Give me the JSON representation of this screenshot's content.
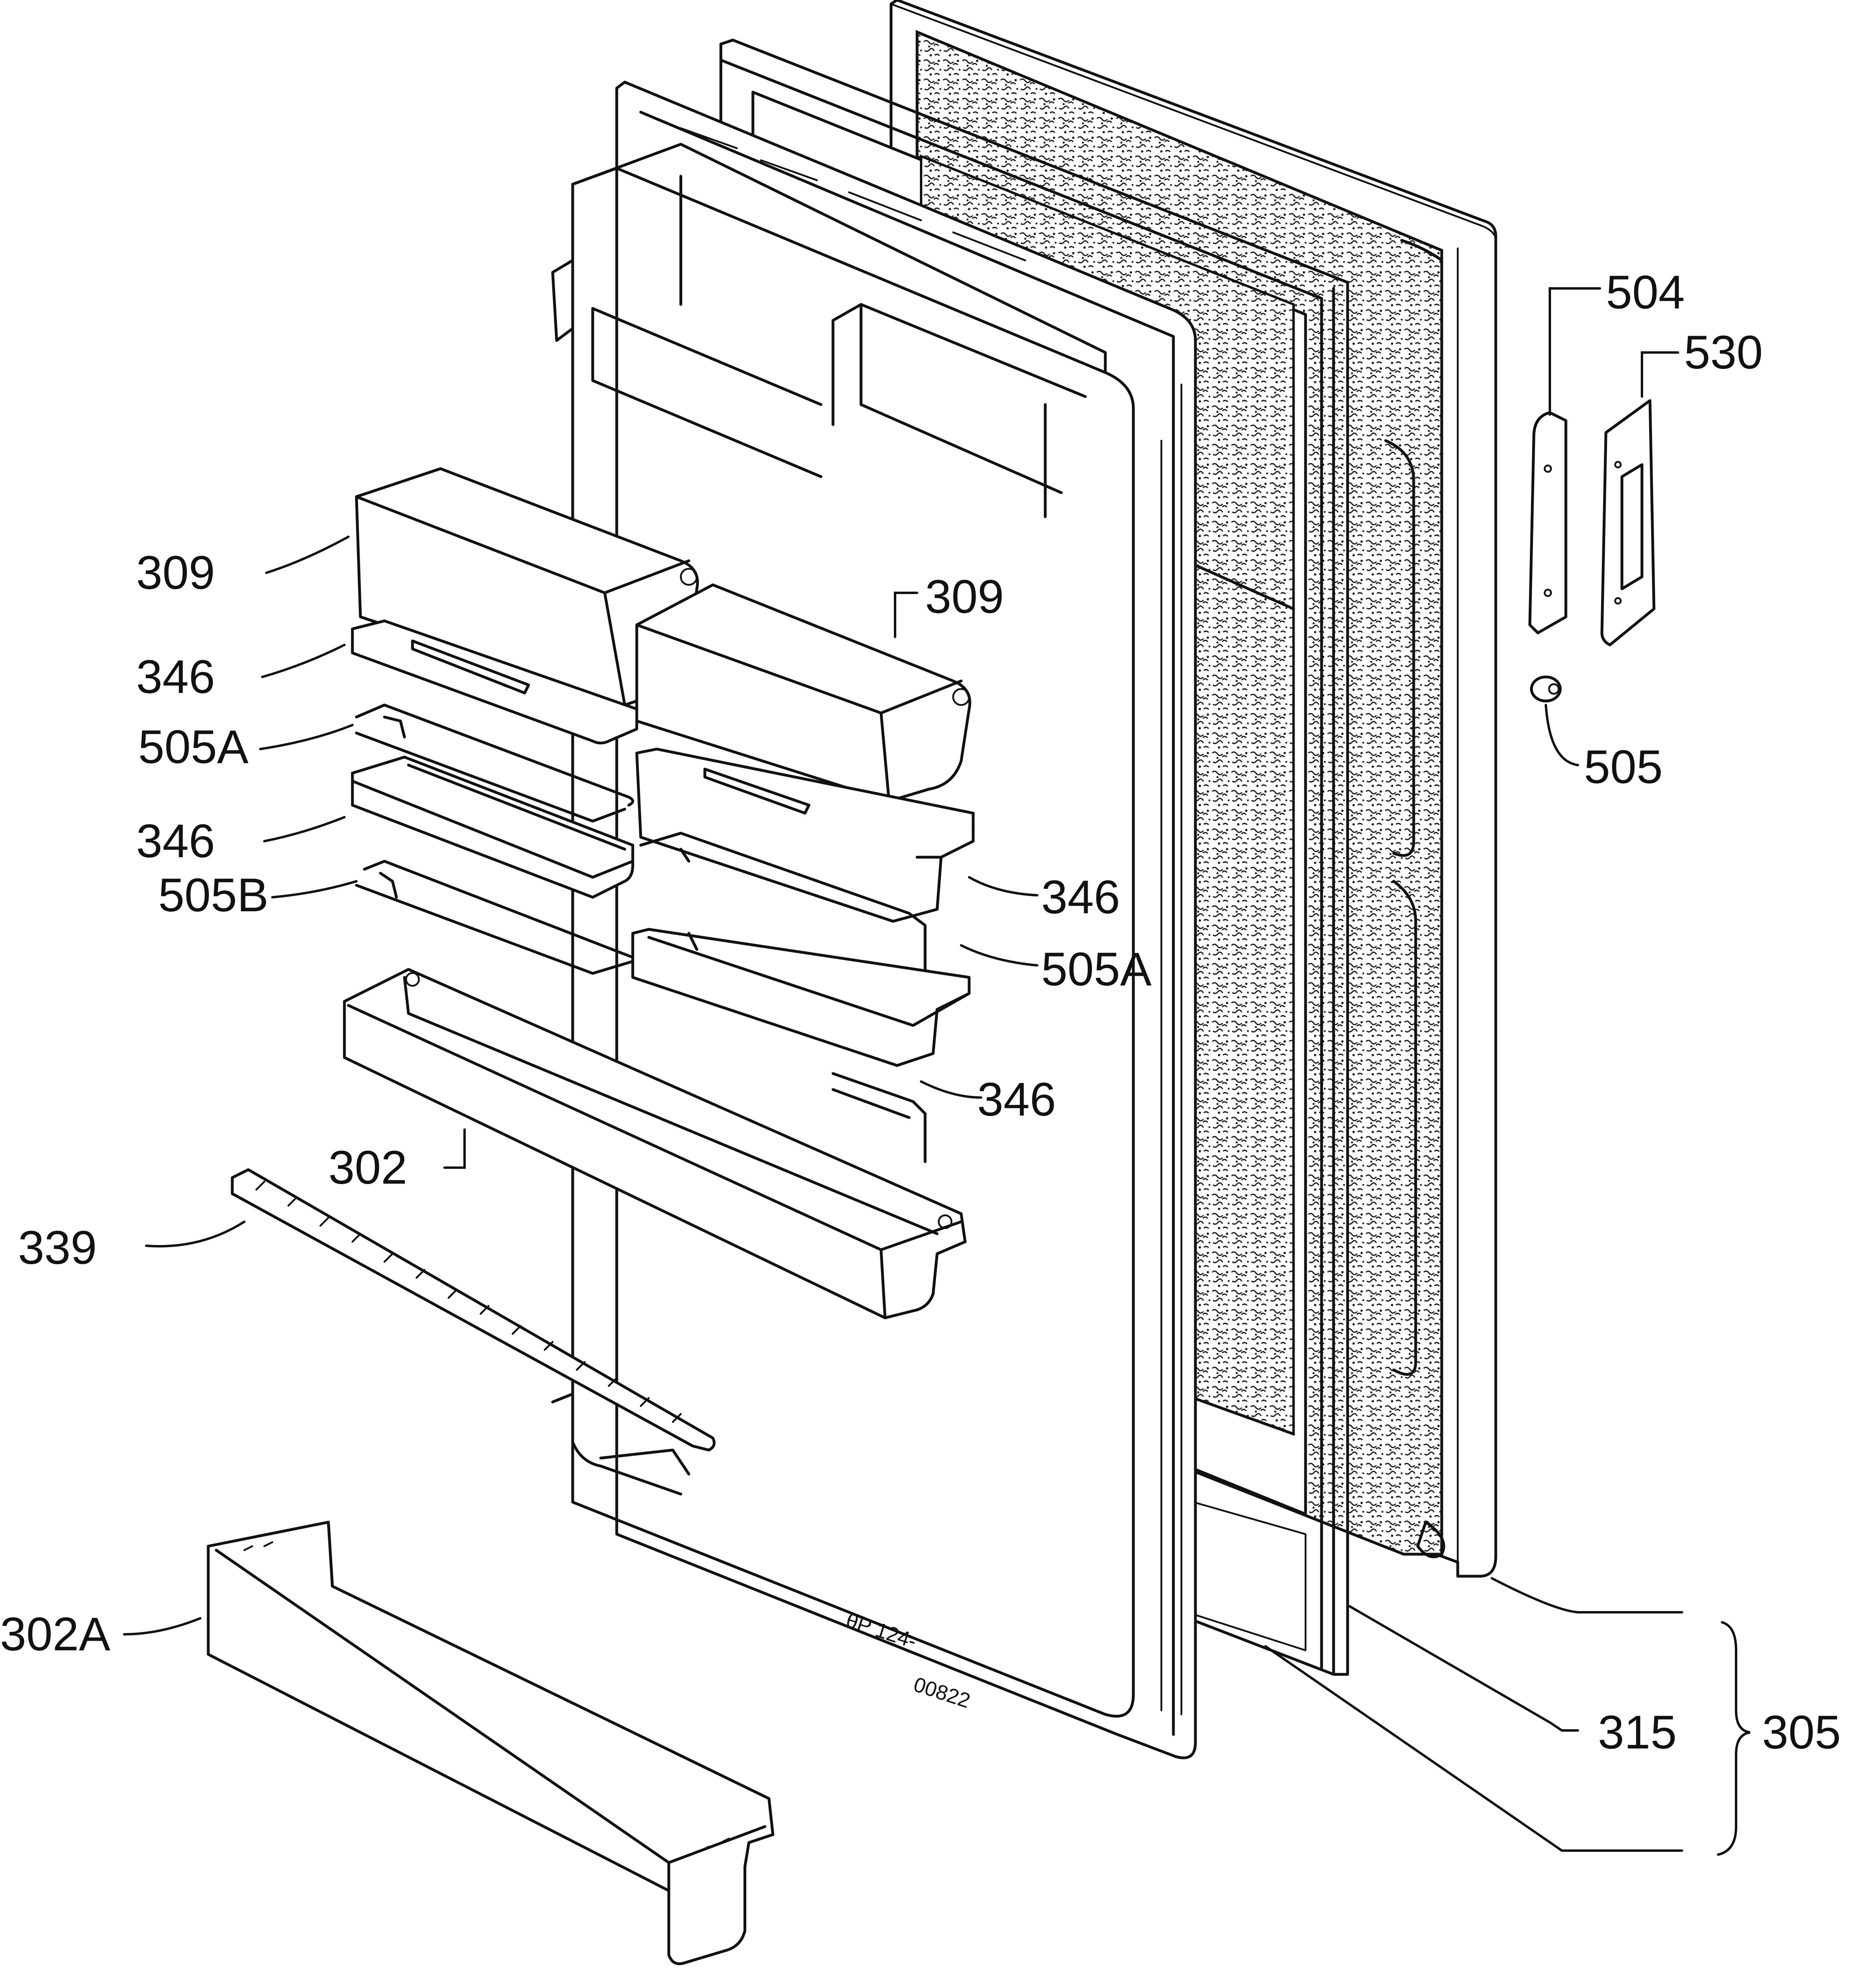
{
  "diagram": {
    "labels": {
      "p309a": "309",
      "p309b": "309",
      "p346a": "346",
      "p346b": "346",
      "p346c": "346",
      "p346d": "346",
      "p505a1": "505A",
      "p505a2": "505A",
      "p505b": "505B",
      "p302": "302",
      "p302a": "302A",
      "p339": "339",
      "p504": "504",
      "p530": "530",
      "p505": "505",
      "p315": "315",
      "p305": "305"
    },
    "stamp": {
      "line1": "θP 124-",
      "line2": "00822"
    },
    "colors": {
      "ink": "#111111",
      "paper": "#ffffff"
    }
  }
}
